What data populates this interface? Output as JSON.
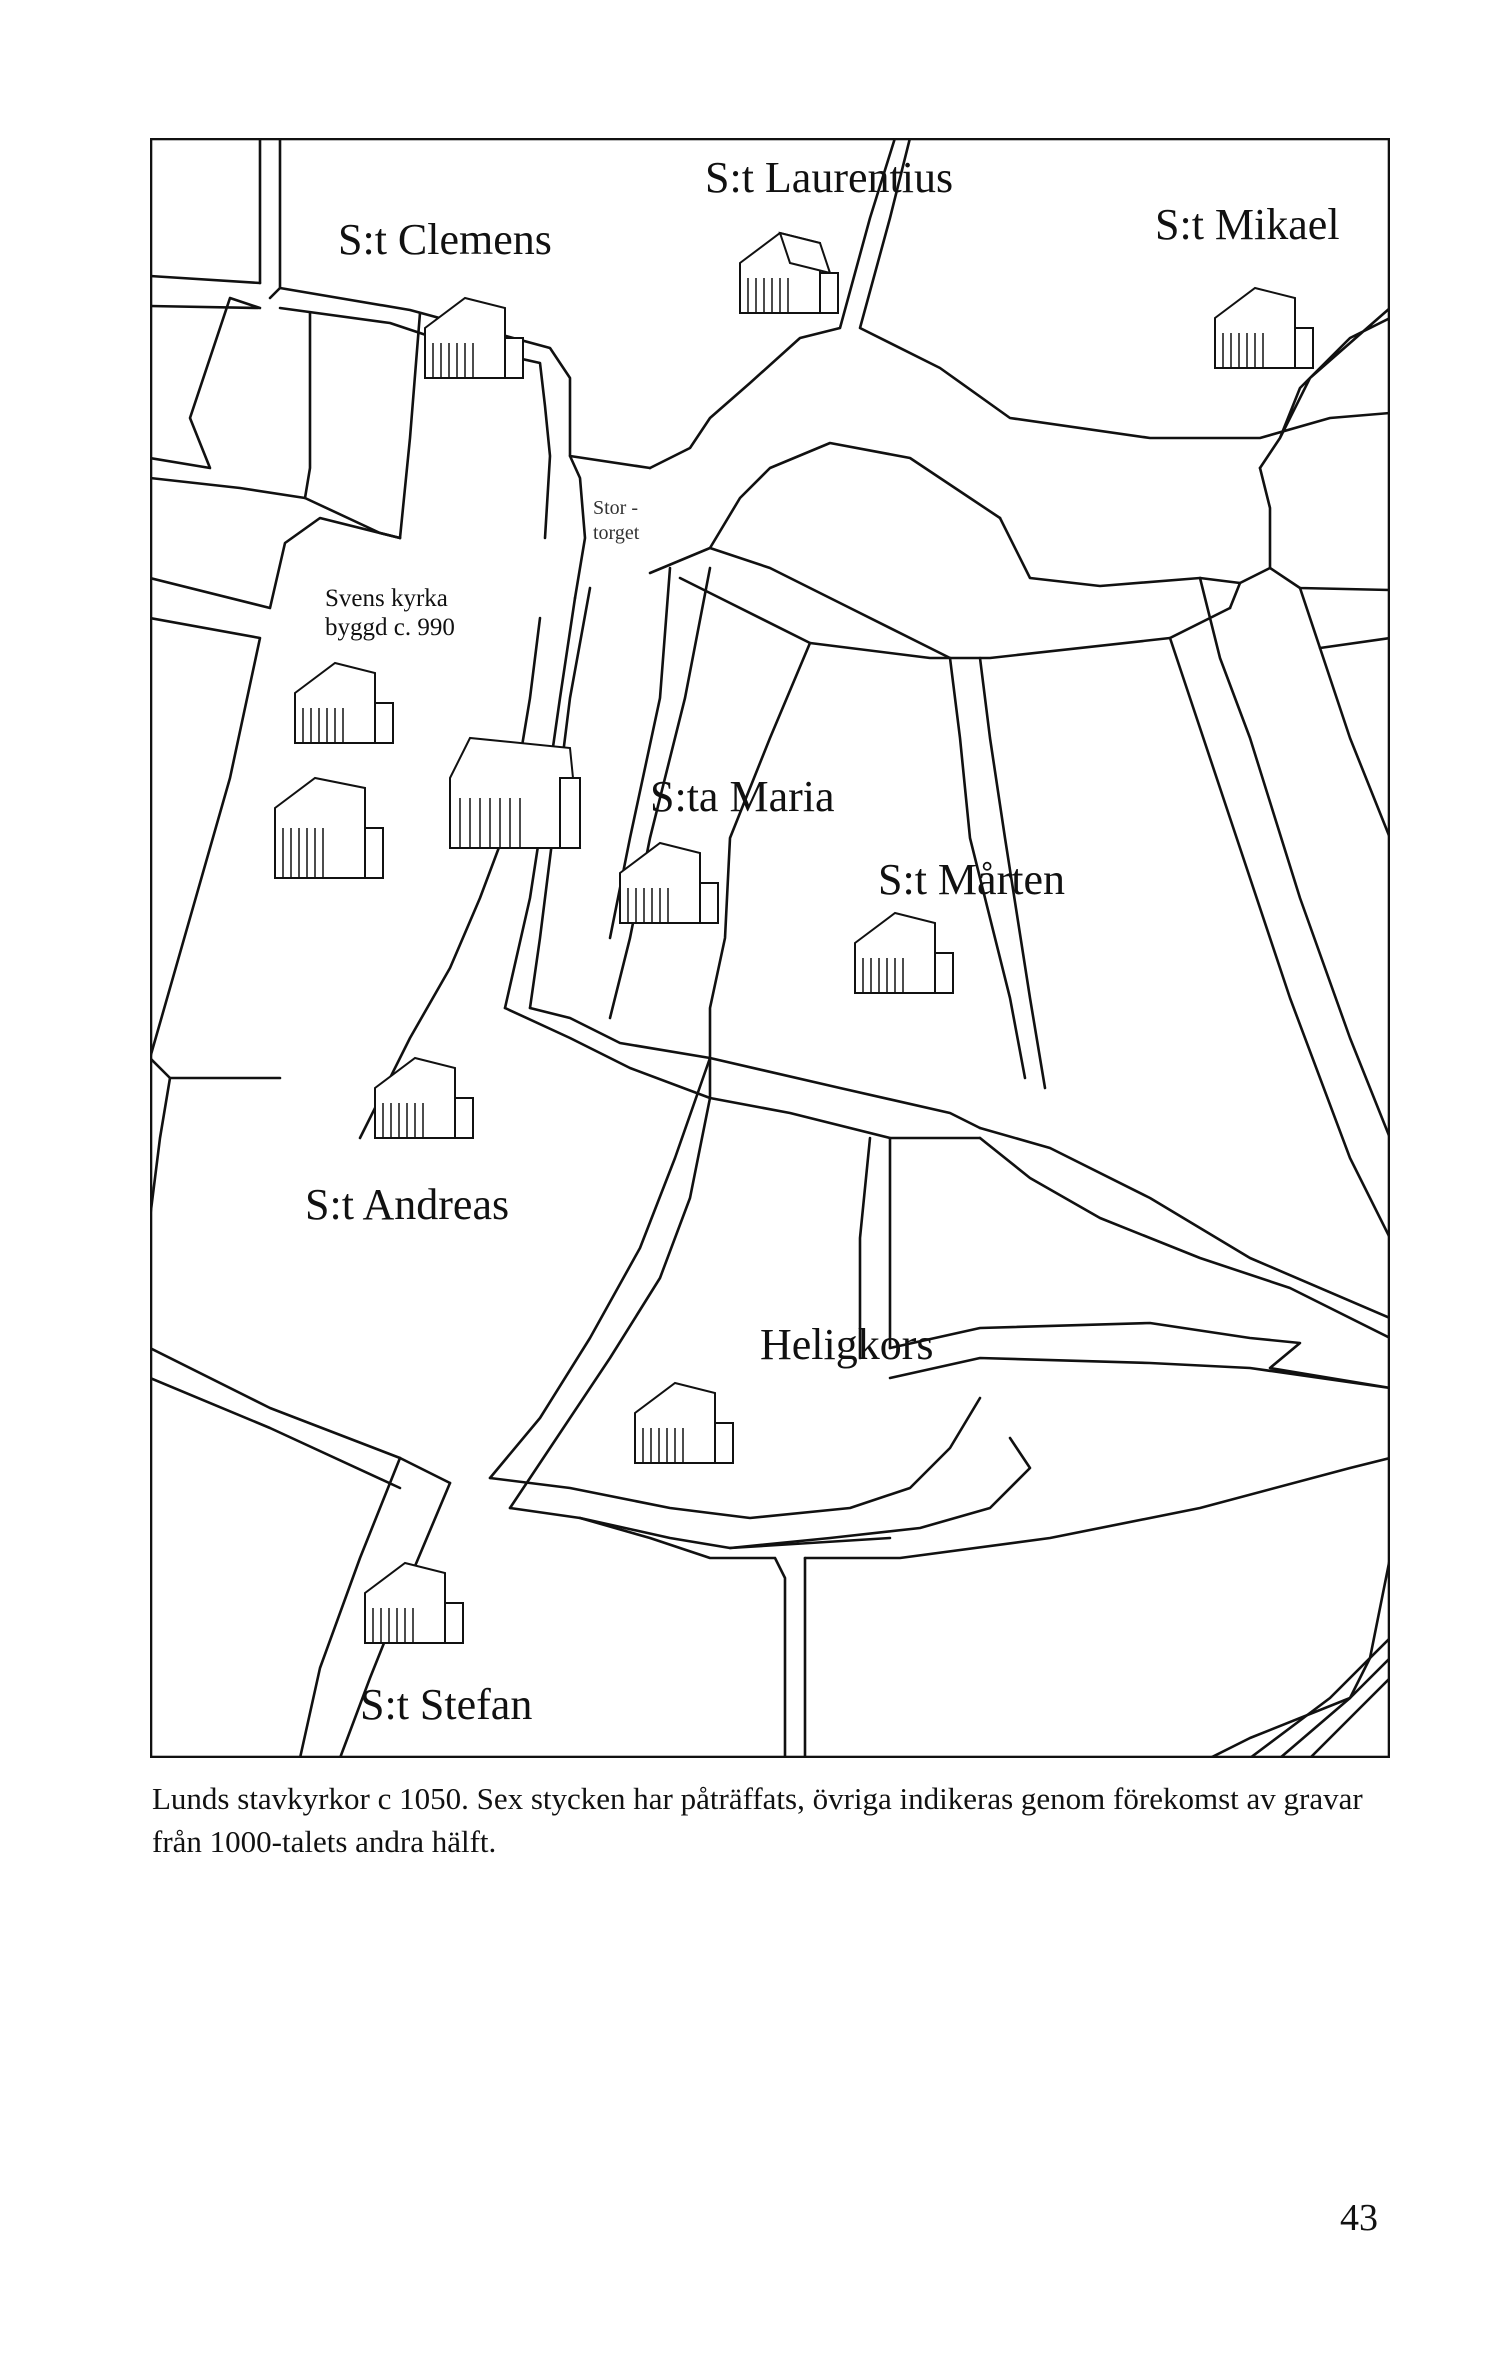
{
  "map": {
    "churches": [
      {
        "name": "S:t Laurentius"
      },
      {
        "name": "S:t Clemens"
      },
      {
        "name": "S:t Mikael"
      },
      {
        "name": "S:ta Maria"
      },
      {
        "name": "S:t Mårten"
      },
      {
        "name": "S:t Andreas"
      },
      {
        "name": "Heligkors"
      },
      {
        "name": "S:t Stefan"
      }
    ],
    "svens_kyrka": {
      "line1": "Svens kyrka",
      "line2": "byggd c. 990"
    },
    "stortorget": {
      "line1": "Stor -",
      "line2": "torget"
    }
  },
  "caption": "Lunds stavkyrkor c 1050. Sex stycken har påträffats, övriga indikeras genom förekomst av gravar från 1000-talets andra hälft.",
  "page_number": "43"
}
